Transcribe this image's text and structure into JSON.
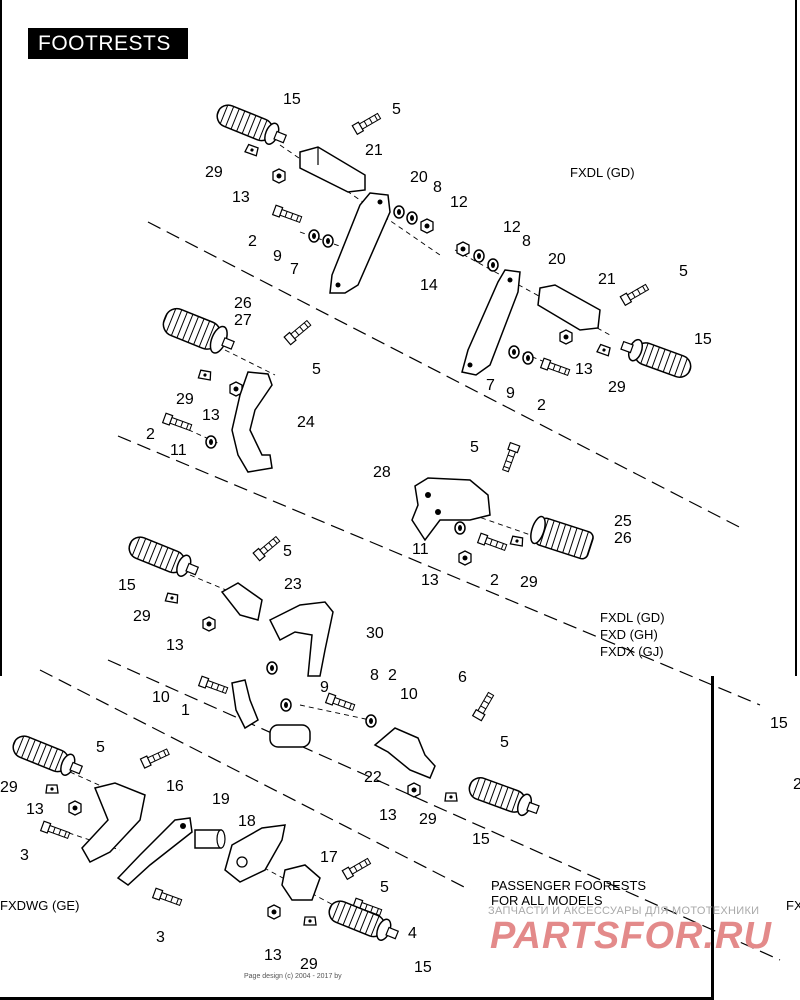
{
  "title": "FOOTRESTS",
  "models": {
    "upper": "FXDL (GD)",
    "middle": [
      "FXDL (GD)",
      "FXD (GH)",
      "FXDX (GJ)"
    ],
    "lower_left": "FXDWG (GE)",
    "lower_right": "FX"
  },
  "passenger": [
    "PASSENGER FOORESTS",
    "FOR ALL MODELS"
  ],
  "watermark": {
    "small": "ЗАПЧАСТИ И АКСЕССУАРЫ ДЛЯ МОТОТЕХНИКИ",
    "big": "PARTSFOR.RU"
  },
  "credits": "Page design (c) 2004 - 2017 by",
  "callouts": {
    "c15a": "15",
    "c5a": "5",
    "c21a": "21",
    "c29a": "29",
    "c13a": "13",
    "c20a": "20",
    "c8a": "8",
    "c12a": "12",
    "c2a": "2",
    "c9a": "9",
    "c7a": "7",
    "c14": "14",
    "c12b": "12",
    "c8b": "8",
    "c20b": "20",
    "c21b": "21",
    "c5b": "5",
    "c15b": "15",
    "c13b": "13",
    "c29b": "29",
    "c7b": "7",
    "c9b": "9",
    "c2b": "2",
    "c26a": "26",
    "c27": "27",
    "c5c": "5",
    "c29c": "29",
    "c13c": "13",
    "c24": "24",
    "c2c": "2",
    "c11a": "11",
    "c5d": "5",
    "c28": "28",
    "c25": "25",
    "c26b": "26",
    "c11b": "11",
    "c13d": "13",
    "c2d": "2",
    "c29d": "29",
    "c15c": "15",
    "c5e": "5",
    "c23": "23",
    "c29e": "29",
    "c13e": "13",
    "c30": "30",
    "c10a": "10",
    "c1": "1",
    "c9c": "9",
    "c8c": "8",
    "c2e": "2",
    "c10b": "10",
    "c6": "6",
    "c5f": "5",
    "c22": "22",
    "c13f": "13",
    "c29f": "29",
    "c15d": "15",
    "c5g": "5",
    "c29g": "29",
    "c16": "16",
    "c13g": "13",
    "c3a": "3",
    "c19": "19",
    "c18": "18",
    "c17": "17",
    "c5h": "5",
    "c3b": "3",
    "c4": "4",
    "c13h": "13",
    "c29h": "29",
    "c15e": "15",
    "c15f": "15",
    "c2f": "2"
  },
  "icons": [
    "footpeg-icon",
    "bolt-icon",
    "nut-icon",
    "washer-icon",
    "bracket-icon",
    "mount-icon"
  ]
}
